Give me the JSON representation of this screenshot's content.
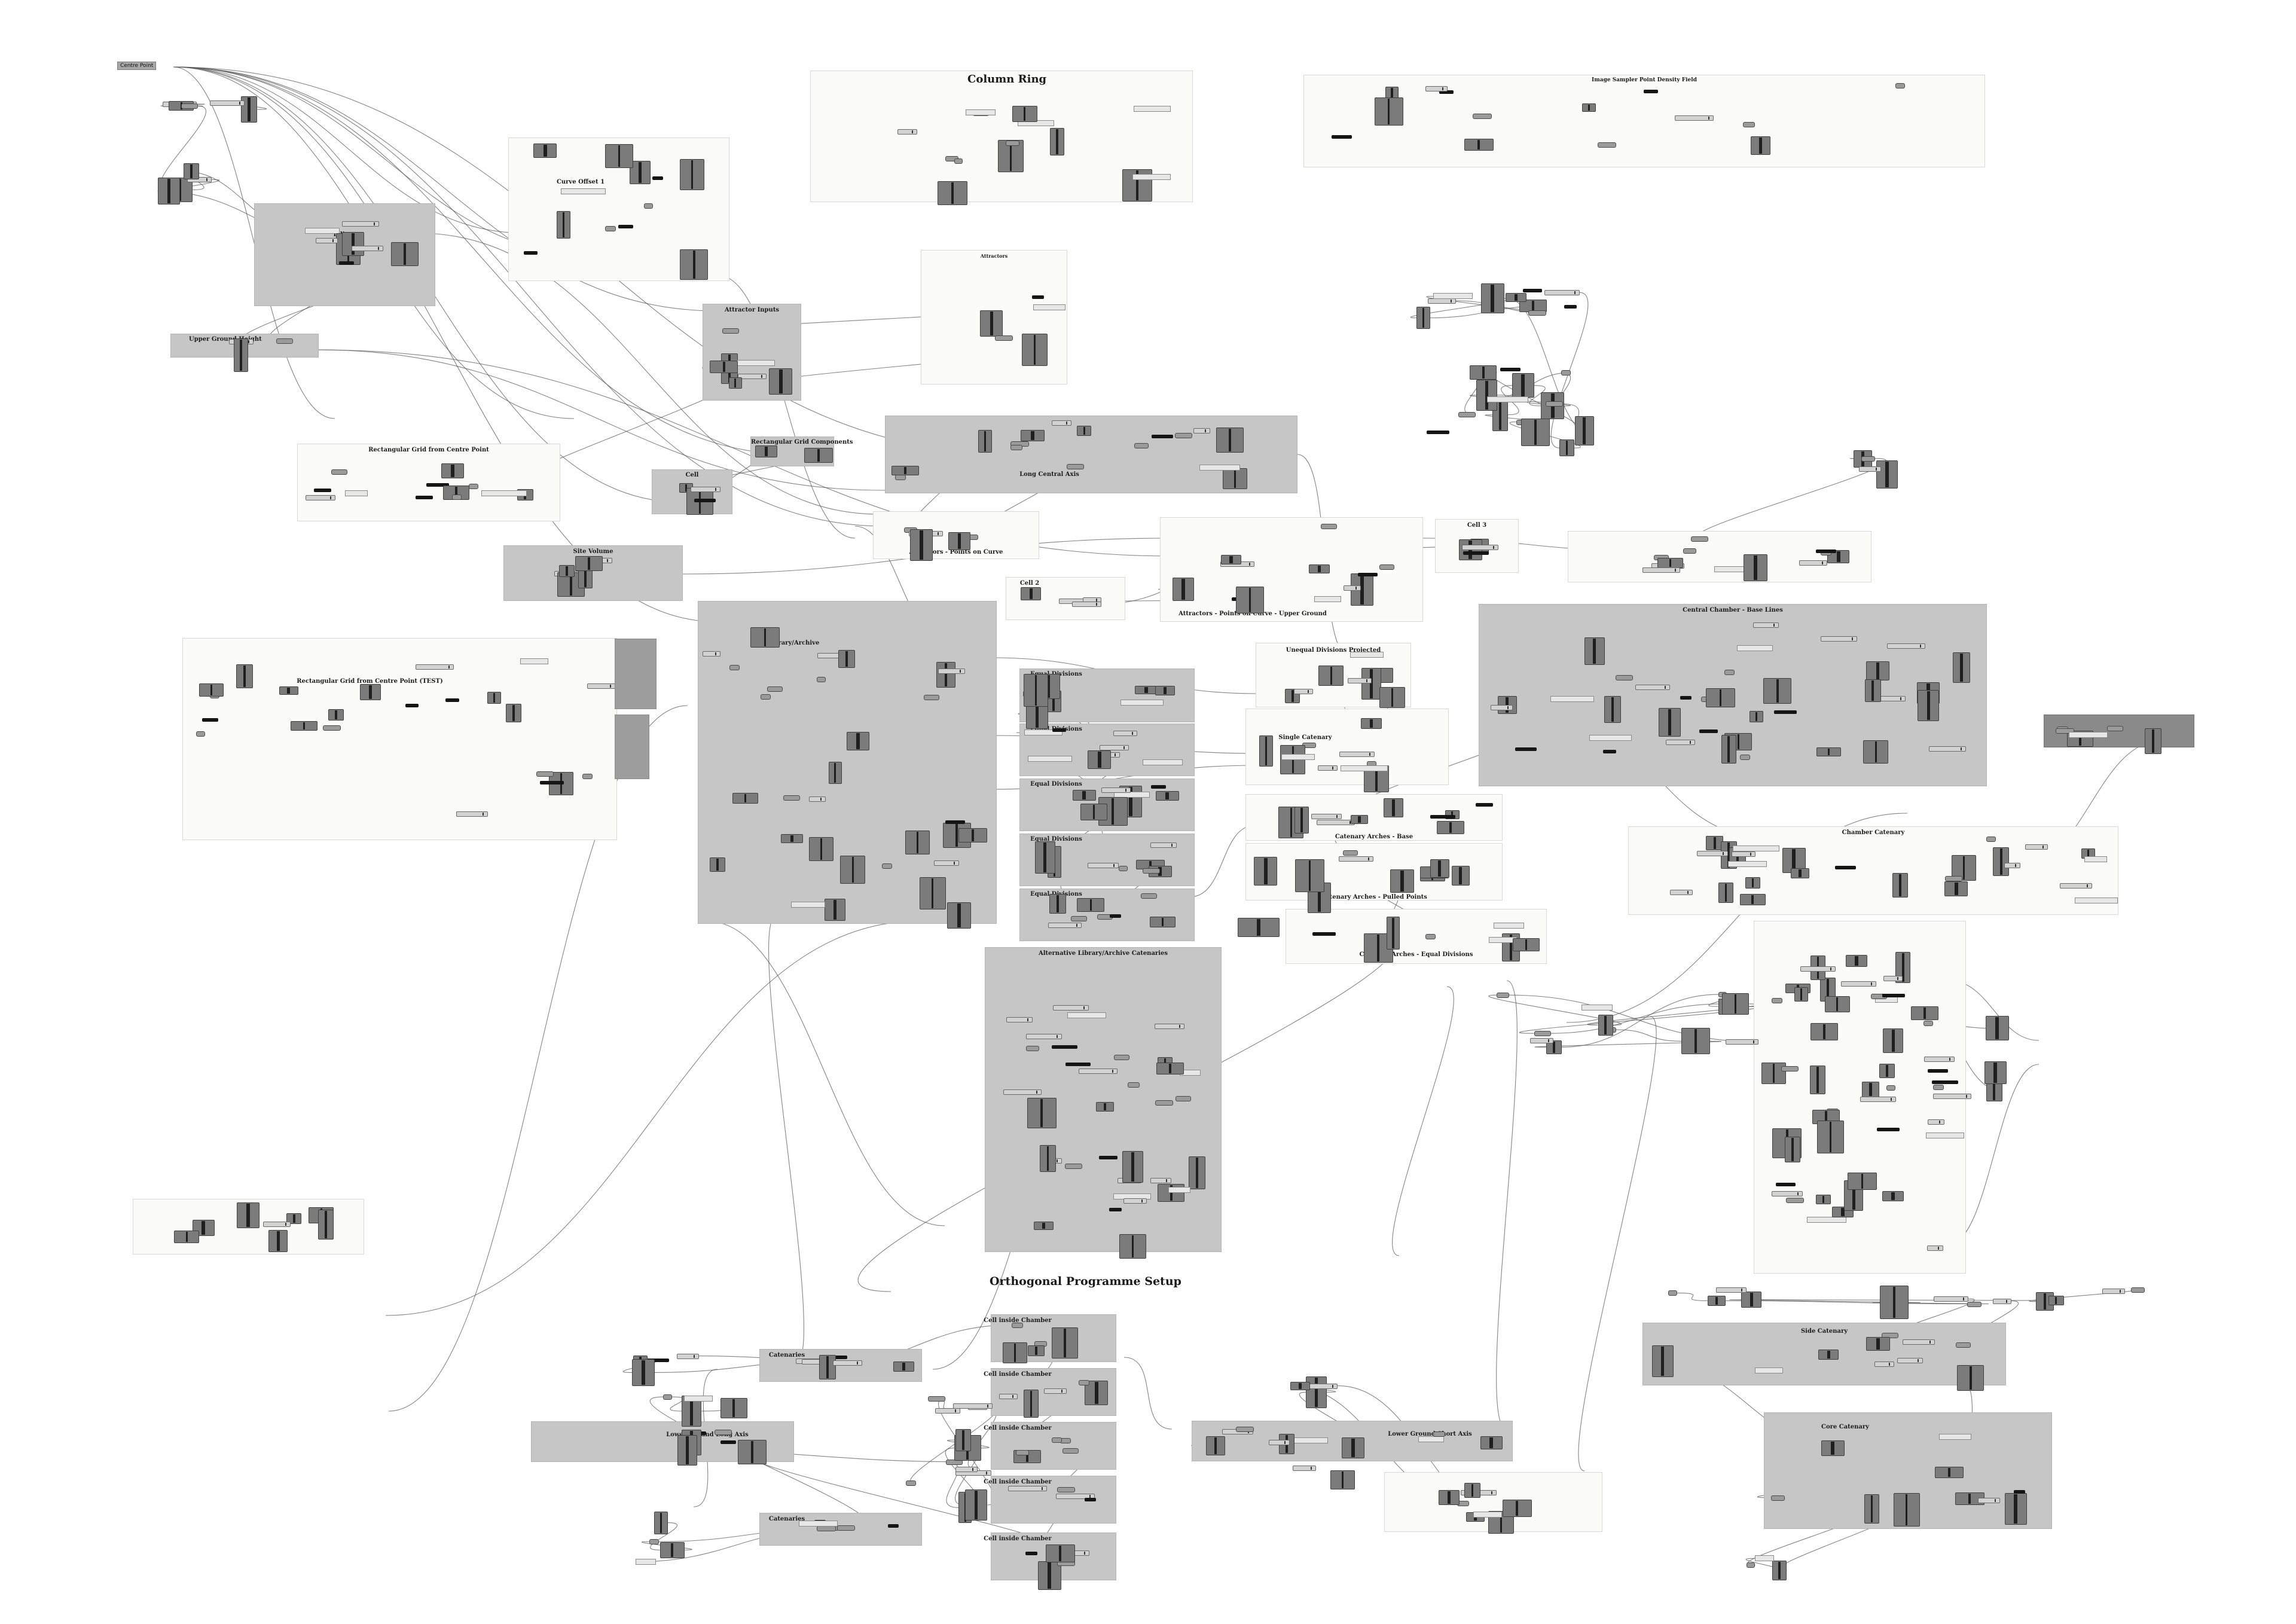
{
  "main_title": "Orthogonal Programme Setup",
  "source_node": {
    "label": "Centre Point"
  },
  "groups": [
    {
      "id": "column-ring",
      "title": "Column Ring"
    },
    {
      "id": "image-sampler",
      "title": "Image Sampler Point Density Field"
    },
    {
      "id": "curve-offset",
      "title": "Curve Offset 1"
    },
    {
      "id": "ellipse",
      "title": "Ellipse"
    },
    {
      "id": "attractors",
      "title": "Attractors"
    },
    {
      "id": "upper-ground-height",
      "title": "Upper Ground Height"
    },
    {
      "id": "attractor-inputs",
      "title": "Attractor Inputs"
    },
    {
      "id": "rect-grid-centre",
      "title": "Rectangular Grid from Centre Point"
    },
    {
      "id": "rect-grid-components",
      "title": "Rectangular Grid Components"
    },
    {
      "id": "cell-1",
      "title": "Cell"
    },
    {
      "id": "long-central-axis",
      "title": "Long Central Axis"
    },
    {
      "id": "attractors-points-on-curve",
      "title": "Attractors - Points on Curve"
    },
    {
      "id": "site-volume",
      "title": "Site Volume"
    },
    {
      "id": "cell-2",
      "title": "Cell 2"
    },
    {
      "id": "attractors-upper-ground",
      "title": "Attractors - Points on Curve - Upper Ground"
    },
    {
      "id": "cell-3",
      "title": "Cell 3"
    },
    {
      "id": "library-archive",
      "title": "Library/Archive"
    },
    {
      "id": "rect-grid-test",
      "title": "Rectangular Grid from Centre Point (TEST)"
    },
    {
      "id": "equal-div-1",
      "title": "Equal Divisions"
    },
    {
      "id": "equal-div-2",
      "title": "Equal Divisions"
    },
    {
      "id": "equal-div-3",
      "title": "Equal Divisions"
    },
    {
      "id": "equal-div-4",
      "title": "Equal Divisions"
    },
    {
      "id": "equal-div-5",
      "title": "Equal Divisions"
    },
    {
      "id": "unequal-projected",
      "title": "Unequal Divisions Projected"
    },
    {
      "id": "single-catenary",
      "title": "Single Catenary"
    },
    {
      "id": "central-chamber-base",
      "title": "Central Chamber - Base Lines"
    },
    {
      "id": "catenary-arches-base",
      "title": "Catenary Arches - Base"
    },
    {
      "id": "catenary-arches-pulled",
      "title": "Catenary Arches - Pulled Points"
    },
    {
      "id": "catenary-arches-equal",
      "title": "Catenary Arches - Equal Divisions"
    },
    {
      "id": "chamber-catenary",
      "title": "Chamber Catenary"
    },
    {
      "id": "alternative-library",
      "title": "Alternative Library/Archive Catenaries"
    },
    {
      "id": "catenaries-1",
      "title": "Catenaries"
    },
    {
      "id": "catenaries-2",
      "title": "Catenaries"
    },
    {
      "id": "lower-ground-long",
      "title": "Lower Ground Long Axis"
    },
    {
      "id": "lower-ground-short",
      "title": "Lower Ground Short Axis"
    },
    {
      "id": "cell-inside-1",
      "title": "Cell inside Chamber"
    },
    {
      "id": "cell-inside-2",
      "title": "Cell inside Chamber"
    },
    {
      "id": "cell-inside-3",
      "title": "Cell inside Chamber"
    },
    {
      "id": "cell-inside-4",
      "title": "Cell inside Chamber"
    },
    {
      "id": "cell-inside-5",
      "title": "Cell inside Chamber"
    },
    {
      "id": "side-catenary",
      "title": "Side Catenary"
    },
    {
      "id": "core-catenary",
      "title": "Core Catenary"
    },
    {
      "id": "misc-bottom-left",
      "title": ""
    },
    {
      "id": "misc-right-mid",
      "title": ""
    },
    {
      "id": "misc-bottom-centre",
      "title": ""
    }
  ]
}
